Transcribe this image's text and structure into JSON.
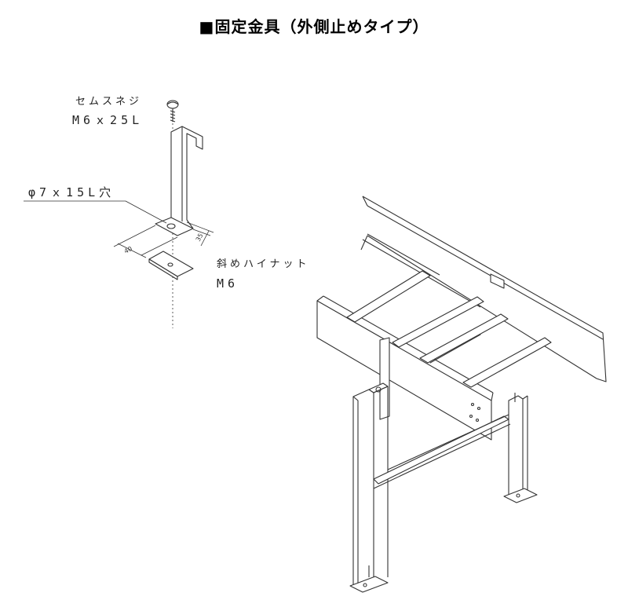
{
  "title": "■固定金具（外側止めタイプ）",
  "labels": {
    "screw_name": "セムスネジ",
    "screw_size": "M6ｘ25L",
    "hole": "φ7ｘ15L穴",
    "nut_name": "斜めハイナット",
    "nut_size": "M6",
    "dim_40": "40",
    "dim_35": "35"
  }
}
